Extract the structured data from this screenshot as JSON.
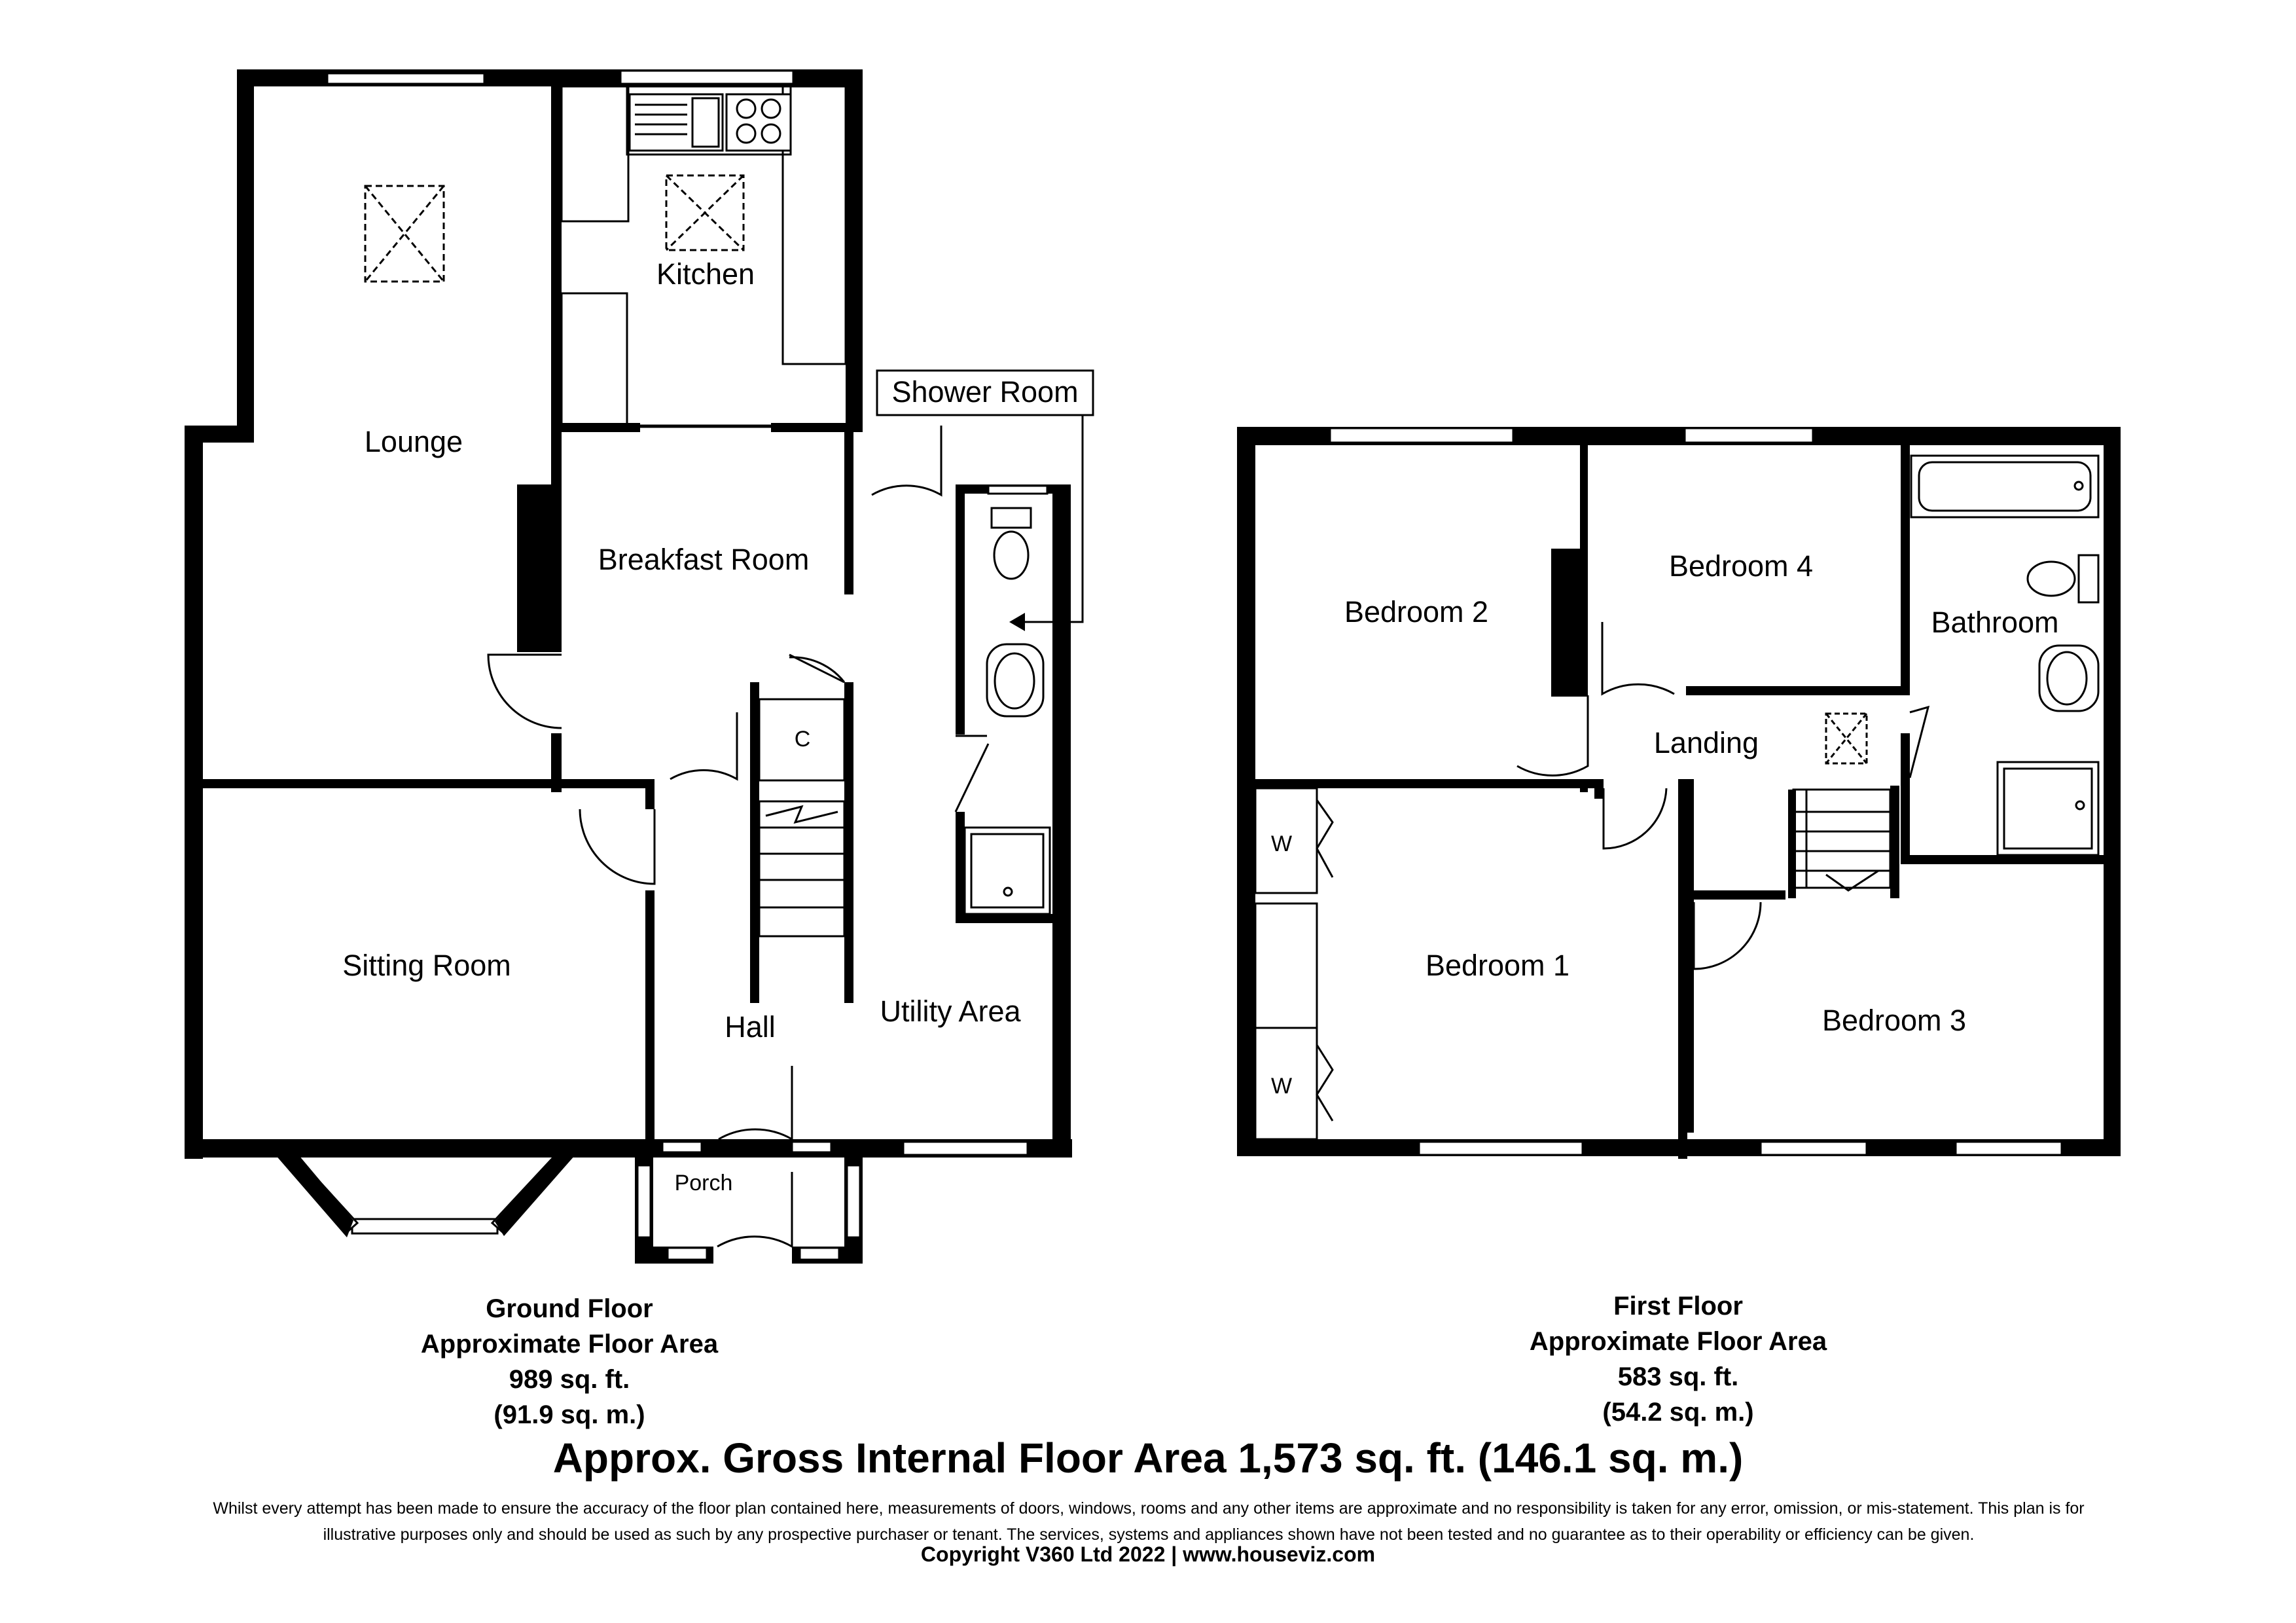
{
  "ground_floor": {
    "rooms": {
      "lounge": "Lounge",
      "kitchen": "Kitchen",
      "breakfast_room": "Breakfast Room",
      "shower_room": "Shower Room",
      "cupboard": "C",
      "sitting_room": "Sitting Room",
      "hall": "Hall",
      "utility_area": "Utility Area",
      "porch": "Porch"
    },
    "caption": {
      "floor": "Ground Floor",
      "label": "Approximate Floor Area",
      "sqft": "989 sq. ft.",
      "sqm": "(91.9 sq. m.)"
    }
  },
  "first_floor": {
    "rooms": {
      "bedroom_1": "Bedroom 1",
      "bedroom_2": "Bedroom 2",
      "bedroom_3": "Bedroom 3",
      "bedroom_4": "Bedroom 4",
      "bathroom": "Bathroom",
      "landing": "Landing",
      "wardrobe_upper": "W",
      "wardrobe_lower": "W"
    },
    "caption": {
      "floor": "First Floor",
      "label": "Approximate Floor Area",
      "sqft": "583 sq. ft.",
      "sqm": "(54.2 sq. m.)"
    }
  },
  "gross_area": "Approx. Gross Internal Floor Area 1,573 sq. ft. (146.1 sq. m.)",
  "disclaimer_line_1": "Whilst every attempt has been made to ensure the accuracy of the floor plan contained here, measurements of doors, windows, rooms and any other items are approximate and no responsibility is taken for any error, omission, or mis-statement. This plan is for",
  "disclaimer_line_2": "illustrative purposes only and should be used as such by any prospective purchaser or tenant. The services, systems and appliances shown have not been tested and no guarantee as to their operability or efficiency can be given.",
  "copyright": "Copyright V360 Ltd 2022 | www.houseviz.com"
}
